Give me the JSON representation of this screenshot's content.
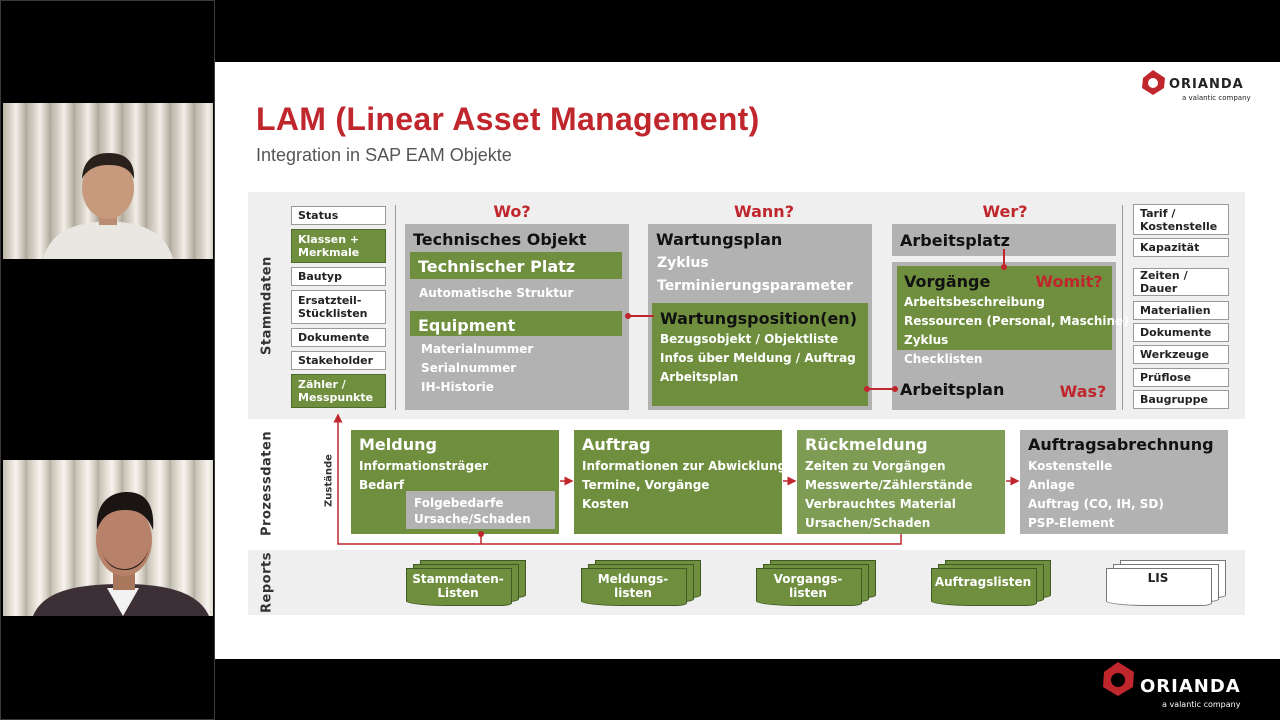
{
  "slide": {
    "title": "LAM (Linear Asset Management)",
    "subtitle": "Integration in SAP EAM Objekte",
    "logo": {
      "name": "ORIANDA",
      "tagline": "a valantic company"
    }
  },
  "footer_logo": {
    "name": "ORIANDA",
    "tagline": "a valantic company"
  },
  "stammdaten": {
    "label": "Stammdaten",
    "left_items": [
      {
        "label": "Status"
      },
      {
        "label": "Klassen + Merkmale"
      },
      {
        "label": "Bautyp"
      },
      {
        "label": "Ersatzteil-Stücklisten"
      },
      {
        "label": "Dokumente"
      },
      {
        "label": "Stakeholder"
      },
      {
        "label": "Zähler / Messpunkte"
      }
    ],
    "questions": {
      "wo": "Wo?",
      "wann": "Wann?",
      "wer": "Wer?",
      "womit": "Womit?",
      "was": "Was?"
    },
    "technisches_objekt": {
      "title": "Technisches Objekt",
      "platz_title": "Technischer Platz",
      "platz_line": "Automatische Struktur",
      "equipment_title": "Equipment",
      "equipment_lines": [
        "Materialnummer",
        "Serialnummer",
        "IH-Historie"
      ]
    },
    "wartungsplan": {
      "title": "Wartungsplan",
      "lines": [
        "Zyklus",
        "Terminierungsparameter"
      ],
      "position_title": "Wartungsposition(en)",
      "position_lines": [
        "Bezugsobjekt / Objektliste",
        "Infos über Meldung / Auftrag",
        "Arbeitsplan"
      ]
    },
    "arbeitsplatz": {
      "title": "Arbeitsplatz"
    },
    "arbeitsplan": {
      "vorgaenge_title": "Vorgänge",
      "vorgaenge_lines": [
        "Arbeitsbeschreibung",
        "Ressourcen (Personal, Maschine)",
        "Zyklus"
      ],
      "checklisten": "Checklisten",
      "title": "Arbeitsplan"
    },
    "right_top": [
      {
        "label": "Tarif / Kostenstelle"
      },
      {
        "label": "Kapazität"
      }
    ],
    "right_bottom": [
      {
        "label": "Zeiten / Dauer"
      },
      {
        "label": "Materialien"
      },
      {
        "label": "Dokumente"
      },
      {
        "label": "Werkzeuge"
      },
      {
        "label": "Prüflose"
      },
      {
        "label": "Baugruppe"
      }
    ]
  },
  "prozessdaten": {
    "label": "Prozessdaten",
    "zustaende": "Zustände",
    "meldung": {
      "title": "Meldung",
      "lines": [
        "Informationsträger",
        "Bedarf"
      ],
      "sub_lines": [
        "Folgebedarfe",
        "Ursache/Schaden"
      ]
    },
    "auftrag": {
      "title": "Auftrag",
      "lines": [
        "Informationen zur Abwicklung",
        "Termine, Vorgänge",
        "Kosten"
      ]
    },
    "rueckmeldung": {
      "title": "Rückmeldung",
      "lines": [
        "Zeiten zu Vorgängen",
        "Messwerte/Zählerstände",
        "Verbrauchtes Material",
        "Ursachen/Schaden"
      ]
    },
    "auftragsabrechnung": {
      "title": "Auftragsabrechnung",
      "lines": [
        "Kostenstelle",
        "Anlage",
        "Auftrag (CO, IH, SD)",
        "PSP-Element"
      ]
    }
  },
  "reports": {
    "label": "Reports",
    "items": [
      {
        "label": "Stammdaten-Listen"
      },
      {
        "label": "Meldungs-listen"
      },
      {
        "label": "Vorgangs-listen"
      },
      {
        "label": "Auftragslisten"
      },
      {
        "label": "LIS"
      }
    ]
  },
  "colors": {
    "accent": "#c0272d",
    "green": "#6f8f3f",
    "gray": "#b2b2b2"
  }
}
